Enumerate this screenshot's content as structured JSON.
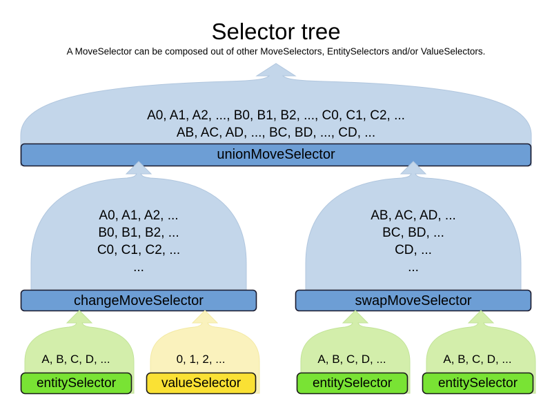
{
  "header": {
    "title": "Selector tree",
    "subtitle": "A MoveSelector can be composed out of other MoveSelectors, EntitySelectors and/or ValueSelectors."
  },
  "colors": {
    "bubble_blue_fill": "#c3d6ea",
    "bubble_blue_stroke": "#b0c6de",
    "bar_blue_fill": "#6d9ed5",
    "bar_blue_stroke": "#1a1a2e",
    "bubble_green_fill": "#d3eeab",
    "bubble_green_stroke": "#c2e398",
    "bar_green_fill": "#79e334",
    "bar_green_stroke": "#1a1a1a",
    "bubble_yellow_fill": "#faf2bd",
    "bubble_yellow_stroke": "#f3e9a4",
    "bar_yellow_fill": "#fae134",
    "bar_yellow_stroke": "#1a1a1a",
    "text": "#000000",
    "background": "#ffffff"
  },
  "tree": {
    "root": {
      "label": "unionMoveSelector",
      "contents": "A0, A1, A2, ..., B0, B1, B2, ..., C0, C1, C2, ...\nAB, AC, AD, ..., BC, BD, ..., CD, ...",
      "contents_lines": [
        "A0, A1, A2, ..., B0, B1, B2, ..., C0, C1, C2, ...",
        "AB, AC, AD, ..., BC, BD, ..., CD, ..."
      ],
      "kind": "move-selector"
    },
    "middle": [
      {
        "label": "changeMoveSelector",
        "contents": "A0, A1, A2, ...\nB0, B1, B2, ...\nC0, C1, C2, ...\n...",
        "contents_lines": [
          "A0, A1, A2, ...",
          "B0, B1, B2, ...",
          "C0, C1, C2, ...",
          "..."
        ],
        "kind": "move-selector"
      },
      {
        "label": "swapMoveSelector",
        "contents": "AB, AC, AD, ...\nBC, BD, ...\nCD, ...\n...",
        "contents_lines": [
          "AB, AC, AD, ...",
          "BC, BD, ...",
          "CD, ...",
          "..."
        ],
        "kind": "move-selector"
      }
    ],
    "leaves": [
      {
        "label": "entitySelector",
        "contents": "A, B, C, D, ...",
        "kind": "entity-selector"
      },
      {
        "label": "valueSelector",
        "contents": "0, 1, 2, ...",
        "kind": "value-selector"
      },
      {
        "label": "entitySelector",
        "contents": "A, B, C, D, ...",
        "kind": "entity-selector"
      },
      {
        "label": "entitySelector",
        "contents": "A, B, C, D, ...",
        "kind": "entity-selector"
      }
    ]
  }
}
